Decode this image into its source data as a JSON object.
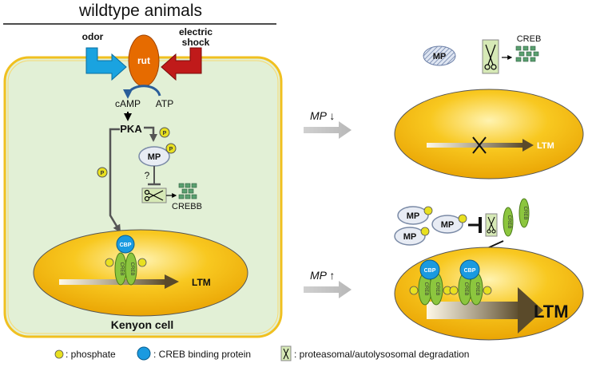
{
  "title": "wildtype animals",
  "inputs": {
    "odor": "odor",
    "shock_line1": "electric",
    "shock_line2": "shock"
  },
  "rut": "rut",
  "camp": "cAMP",
  "atp": "ATP",
  "pka": "PKA",
  "phospho": "P",
  "mp": "MP",
  "question": "?",
  "crebb": "CREBB",
  "creb": "CREB",
  "cbp": "CBP",
  "ltm": "LTM",
  "cell_label": "Kenyon cell",
  "mp_down_label": "MP",
  "mp_down_arrow": "↓",
  "mp_up_label": "MP",
  "mp_up_arrow": "↑",
  "legend": {
    "phosphate": ": phosphate",
    "cbp": ": CREB binding protein",
    "degradation": ": proteasomal/autolysosomal degradation"
  },
  "colors": {
    "cell_fill": "#e2f0d6",
    "cell_border": "#f0c020",
    "nucleus": "#f5b800",
    "rut": "#e66b00",
    "odor_arrow": "#1aa3e0",
    "shock_arrow": "#c01a1a",
    "cbp": "#1a9ae0",
    "creb": "#8cc63e",
    "phosphate": "#e8e020",
    "ltm_arrow": "#5a4a2a"
  }
}
